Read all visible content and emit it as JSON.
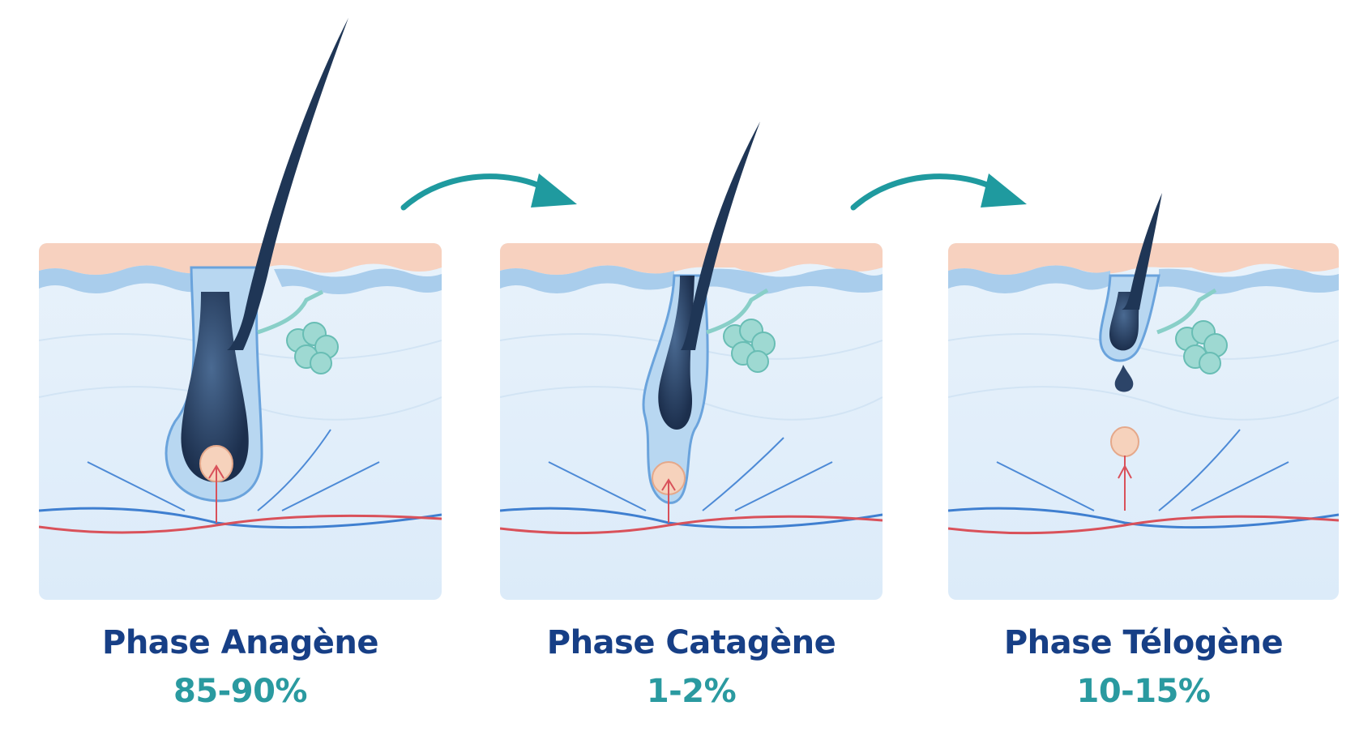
{
  "phases": [
    {
      "title": "Phase Anagène",
      "percent": "85-90%"
    },
    {
      "title": "Phase Catagène",
      "percent": "1-2%"
    },
    {
      "title": "Phase Télogène",
      "percent": "10-15%"
    }
  ],
  "colors": {
    "title": "#173f86",
    "percent": "#2a9aa0",
    "arrow": "#1f9a9f",
    "hair": "#1f3656",
    "dermis": "#e3f0fb",
    "epidermis": "#f7d1bf",
    "basal_layer": "#a9cdec",
    "gland": "#9ed9d2",
    "artery": "#d9515a",
    "vein": "#3f7fd0",
    "papilla": "#f6d2bc"
  },
  "icons": [
    "curved-arrow-icon",
    "curved-arrow-icon"
  ]
}
